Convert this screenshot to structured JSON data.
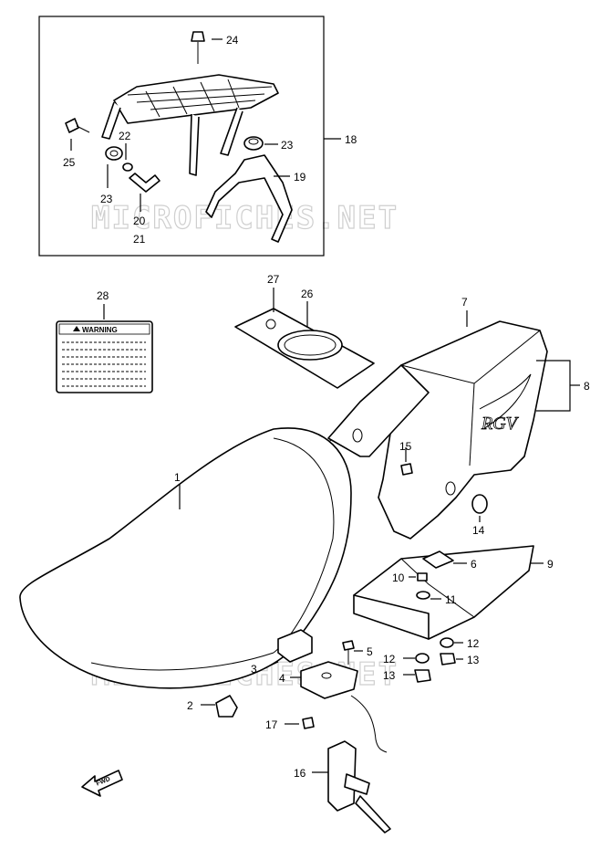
{
  "watermark": "MICROFICHES.NET",
  "warning_label_text": "WARNING",
  "fwd_label": "FWD",
  "callouts": {
    "c1": "1",
    "c2": "2",
    "c3": "3",
    "c4": "4",
    "c5": "5",
    "c6": "6",
    "c7": "7",
    "c8": "8",
    "c9": "9",
    "c10": "10",
    "c11": "11",
    "c12a": "12",
    "c12b": "12",
    "c13a": "13",
    "c13b": "13",
    "c14": "14",
    "c15": "15",
    "c16": "16",
    "c17": "17",
    "c18": "18",
    "c19": "19",
    "c20": "20",
    "c21": "21",
    "c22": "22",
    "c23a": "23",
    "c23b": "23",
    "c24": "24",
    "c25": "25",
    "c26": "26",
    "c27": "27",
    "c28": "28"
  }
}
